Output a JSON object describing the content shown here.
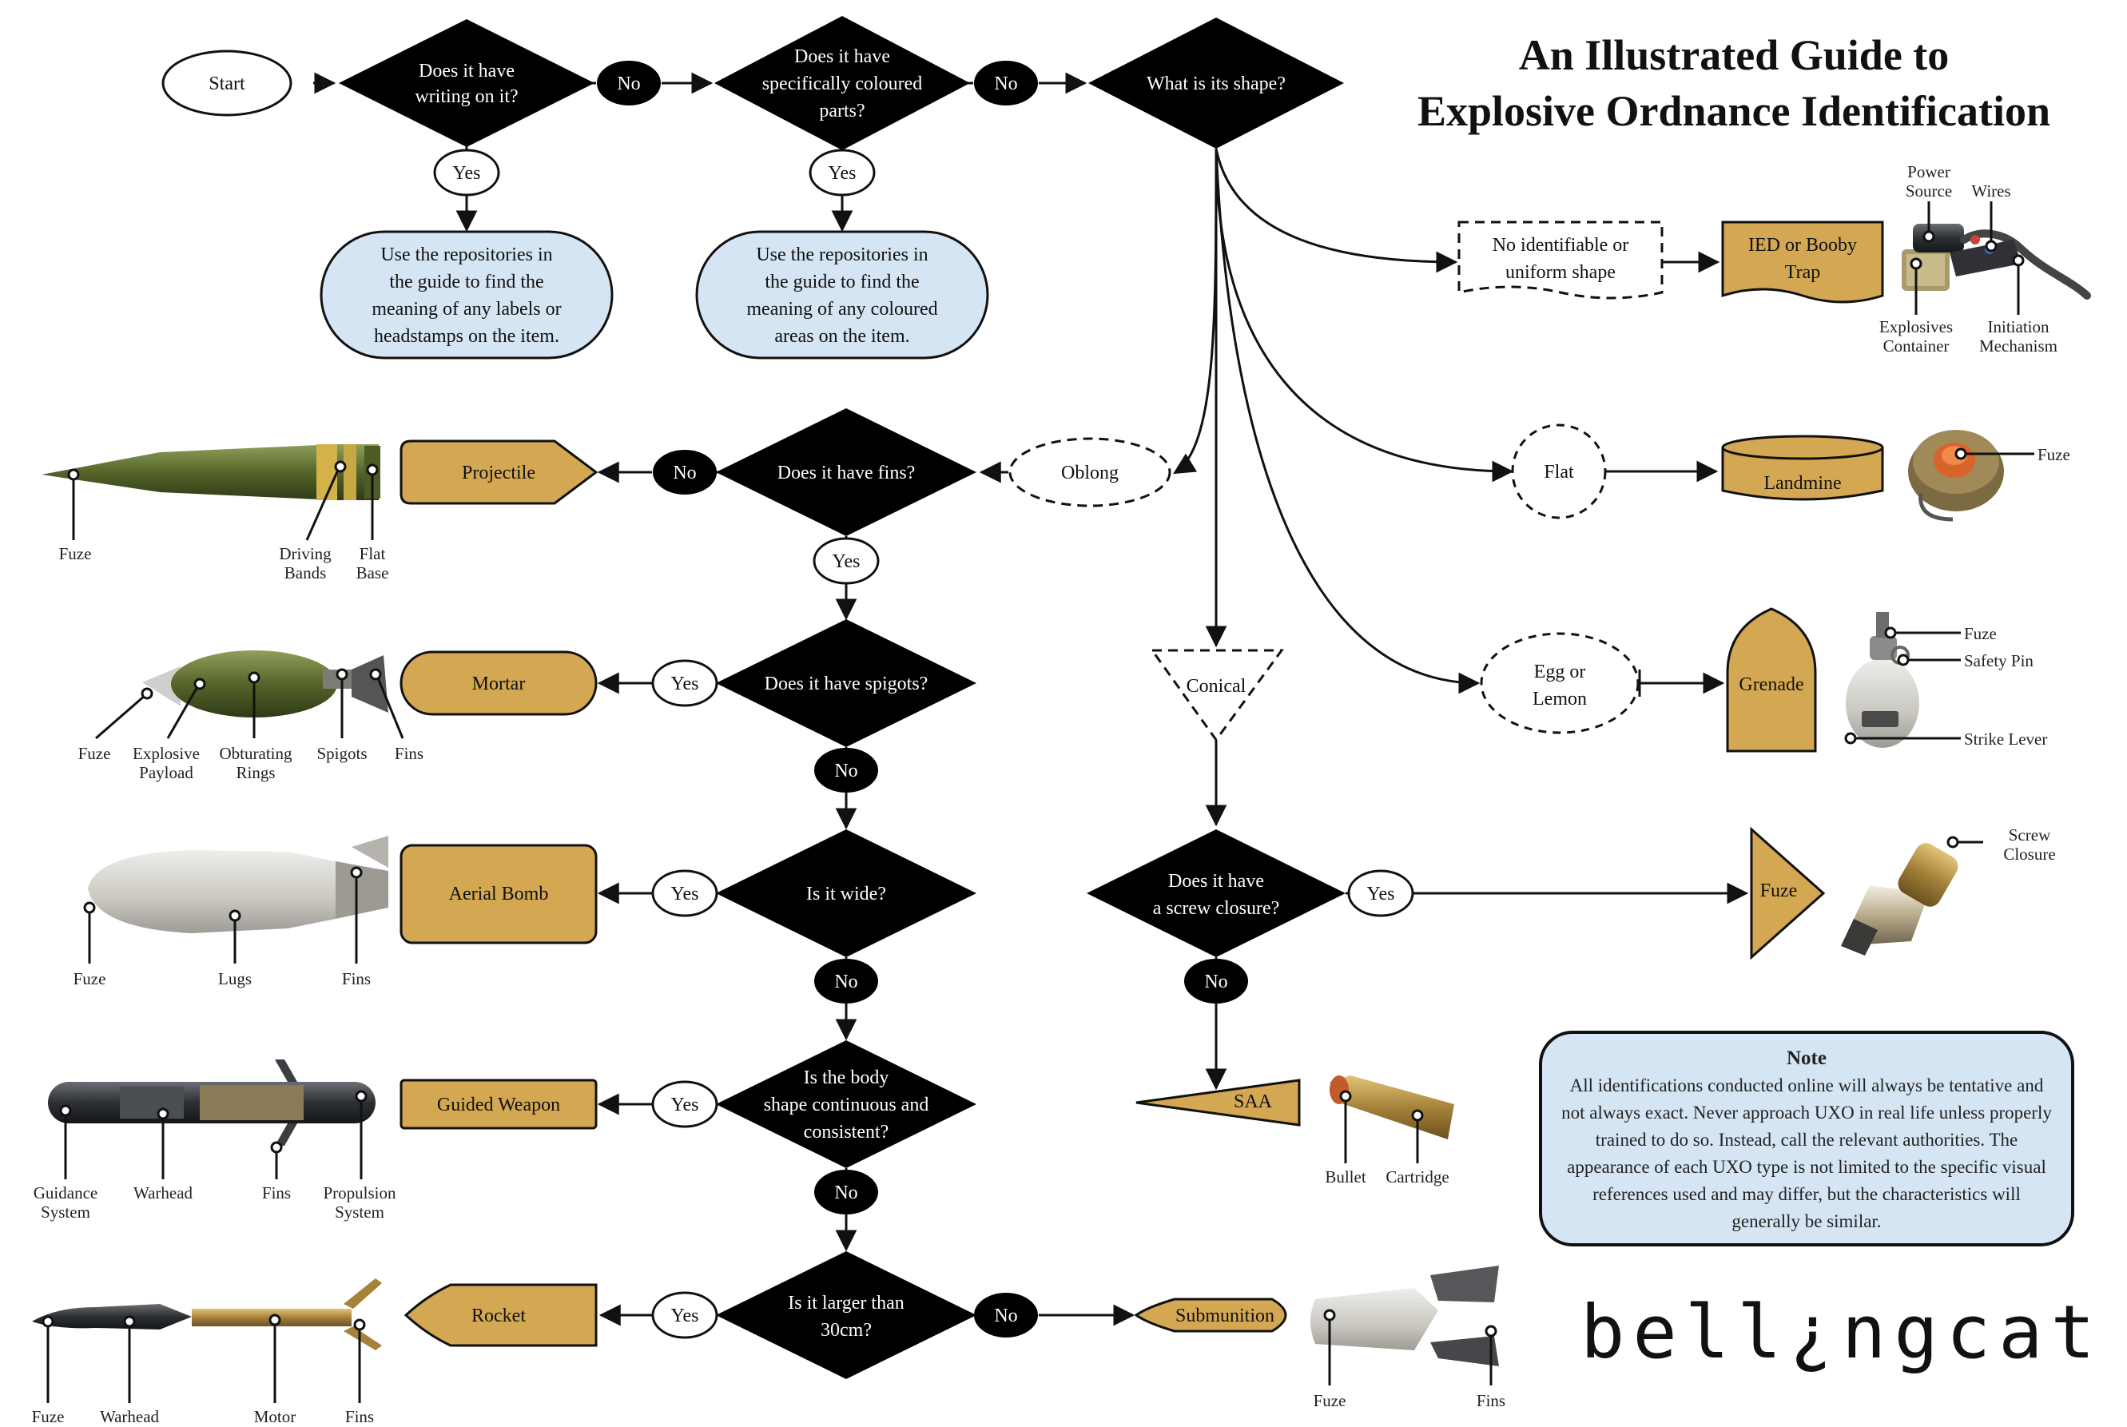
{
  "title": {
    "line1": "An Illustrated Guide to",
    "line2": "Explosive Ordnance Identification"
  },
  "nodes": {
    "start": "Start",
    "q_writing": [
      "Does it have",
      "writing on it?"
    ],
    "q_coloured": [
      "Does it have",
      "specifically coloured",
      "parts?"
    ],
    "q_shape": "What is its shape?",
    "repo_labels": [
      "Use the repositories in",
      "the guide to find the",
      "meaning of any labels or",
      "headstamps on the item."
    ],
    "repo_colours": [
      "Use the repositories in",
      "the guide to find the",
      "meaning of any coloured",
      "areas on the item."
    ],
    "shape_none": [
      "No identifiable or",
      "uniform shape"
    ],
    "shape_flat": "Flat",
    "shape_egg": [
      "Egg or",
      "Lemon"
    ],
    "shape_oblong": "Oblong",
    "shape_conical": "Conical",
    "q_fins": "Does it have fins?",
    "q_spigots": "Does it have spigots?",
    "q_wide": "Is it wide?",
    "q_body": [
      "Is the body",
      "shape continuous and",
      "consistent?"
    ],
    "q_larger": [
      "Is it larger than",
      "30cm?"
    ],
    "q_screw": [
      "Does it have",
      "a screw closure?"
    ]
  },
  "answers": {
    "yes": "Yes",
    "no": "No"
  },
  "types": {
    "ied": [
      "IED or Booby",
      "Trap"
    ],
    "landmine": "Landmine",
    "grenade": "Grenade",
    "projectile": "Projectile",
    "mortar": "Mortar",
    "aerial_bomb": "Aerial Bomb",
    "guided_weapon": "Guided Weapon",
    "rocket": "Rocket",
    "submunition": "Submunition",
    "fuze": "Fuze",
    "saa": "SAA"
  },
  "parts": {
    "ied": {
      "power": [
        "Power",
        "Source"
      ],
      "wires": "Wires",
      "container": [
        "Explosives",
        "Container"
      ],
      "initiation": [
        "Initiation",
        "Mechanism"
      ]
    },
    "landmine": {
      "fuze": "Fuze"
    },
    "grenade": {
      "fuze": "Fuze",
      "pin": "Safety Pin",
      "lever": "Strike Lever"
    },
    "fuze": {
      "closure": [
        "Screw",
        "Closure"
      ]
    },
    "projectile": {
      "fuze": "Fuze",
      "bands": [
        "Driving",
        "Bands"
      ],
      "base": [
        "Flat",
        "Base"
      ]
    },
    "mortar": {
      "fuze": "Fuze",
      "payload": [
        "Explosive",
        "Payload"
      ],
      "rings": [
        "Obturating",
        "Rings"
      ],
      "spigots": "Spigots",
      "fins": "Fins"
    },
    "bomb": {
      "fuze": "Fuze",
      "lugs": "Lugs",
      "fins": "Fins"
    },
    "guided": {
      "guidance": [
        "Guidance",
        "System"
      ],
      "warhead": "Warhead",
      "fins": "Fins",
      "propulsion": [
        "Propulsion",
        "System"
      ]
    },
    "rocket": {
      "fuze": "Fuze",
      "warhead": "Warhead",
      "motor": "Motor",
      "fins": "Fins"
    },
    "saa": {
      "bullet": "Bullet",
      "cartridge": "Cartridge"
    },
    "submunition": {
      "fuze": "Fuze",
      "fins": "Fins"
    }
  },
  "note": {
    "title": "Note",
    "body": "All identifications conducted online will always be tentative and not always exact. Never approach UXO in real life unless properly trained to do so. Instead, call the relevant authorities. The appearance of each UXO type is not limited to the specific visual references used and may differ, but the characteristics will generally be similar."
  },
  "logo": "bell¿ngcat",
  "colors": {
    "decision": "#000000",
    "repository": "#d6e5f3",
    "type": "#d4a752",
    "line": "#111111"
  }
}
